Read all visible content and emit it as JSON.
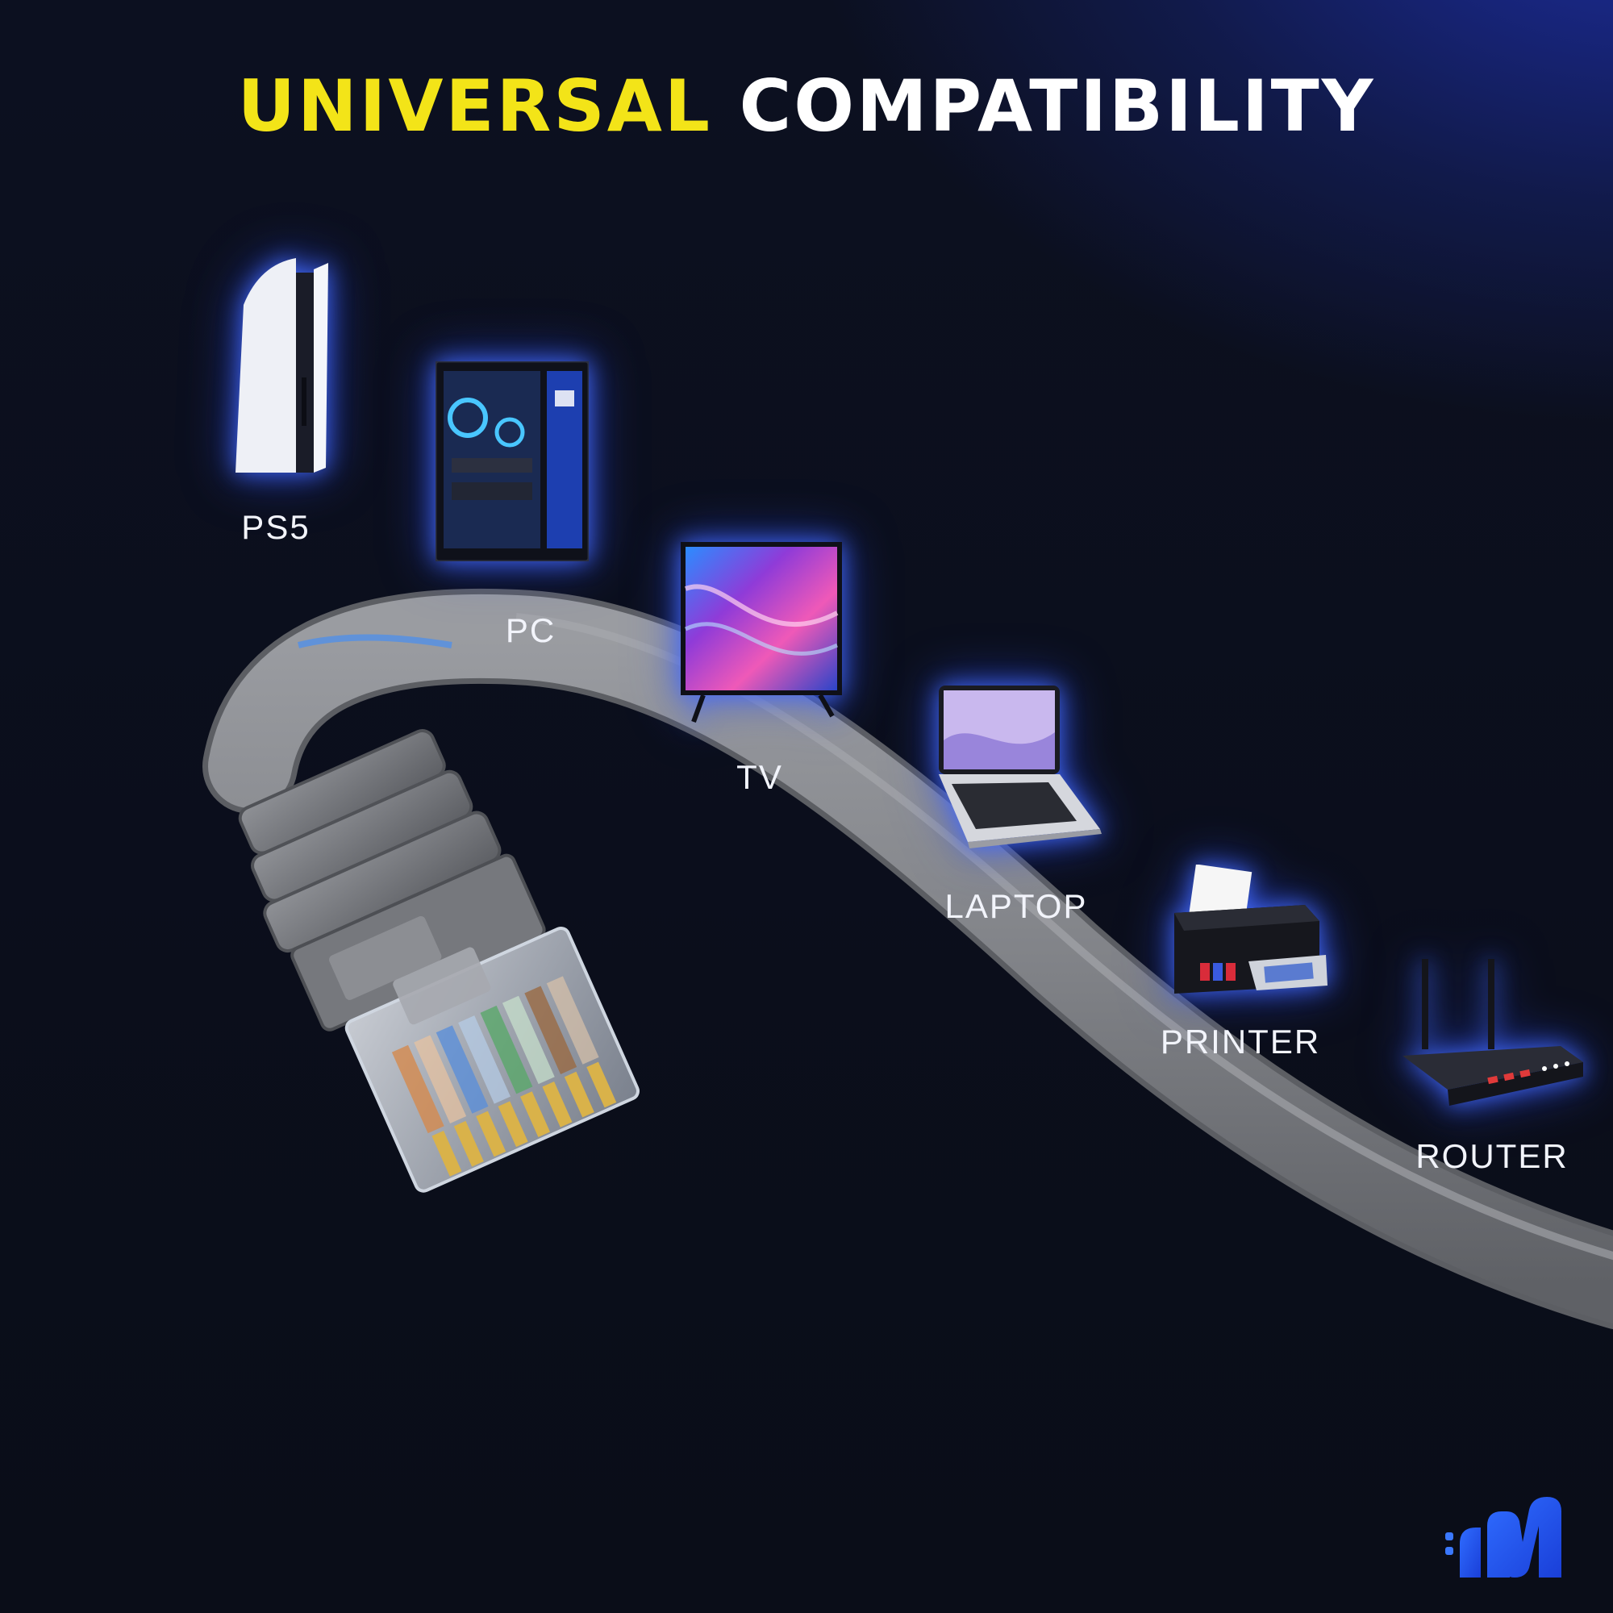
{
  "headline": {
    "part1": "UNIVERSAL",
    "part2": "COMPATIBILITY"
  },
  "devices": [
    {
      "label": "PS5",
      "icon": "ps5-console-icon"
    },
    {
      "label": "PC",
      "icon": "desktop-pc-icon"
    },
    {
      "label": "TV",
      "icon": "tv-icon"
    },
    {
      "label": "LAPTOP",
      "icon": "laptop-icon"
    },
    {
      "label": "PRINTER",
      "icon": "printer-icon"
    },
    {
      "label": "ROUTER",
      "icon": "router-icon"
    }
  ],
  "colors": {
    "headline_accent": "#f3e418",
    "headline_text": "#ffffff",
    "cable": "#85878c",
    "glow": "#466eff",
    "logo": "#2f6cff"
  },
  "product": "ethernet-cable-rj45-connector",
  "logo_icon": "brand-logo-icon"
}
